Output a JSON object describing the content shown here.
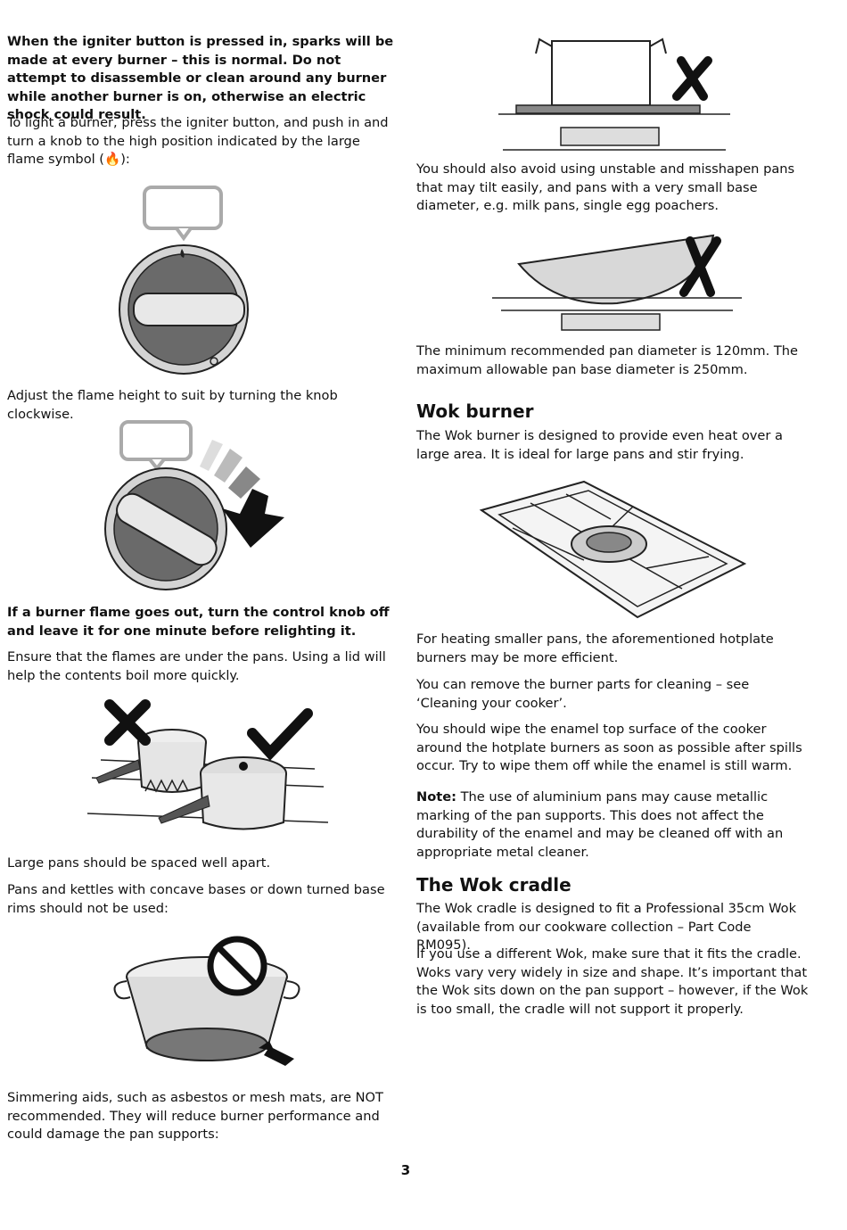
{
  "left": {
    "warning_igniter": "When the igniter button is pressed in, sparks will be made at every burner – this is normal. Do not attempt to disassemble or clean around any burner while another burner is on, otherwise an electric shock could result.",
    "light_burner_pre": "To light a burner, press the igniter button, and push in and turn a knob to the high position indicated by the large flame symbol (",
    "light_burner_post": "):",
    "adjust_flame": "Adjust the flame height to suit by turning the knob clockwise.",
    "flame_out_warning": "If a burner flame goes out, turn the control knob off and leave it for one minute before relighting it.",
    "flames_under_pans": "Ensure that the flames are under the pans. Using a lid will help the contents boil more quickly.",
    "spaced_apart": "Large pans should be spaced well apart.",
    "concave_bases": "Pans and kettles with concave bases or down turned base rims should not be used:",
    "simmering_aids": "Simmering aids, such as asbestos or mesh mats, are NOT recommended. They will reduce burner performance and could damage the pan supports:"
  },
  "right": {
    "avoid_unstable": "You should also avoid using unstable and misshapen pans that may tilt easily, and pans with a very small base diameter, e.g. milk pans, single egg poachers.",
    "pan_diameter": "The minimum recommended pan diameter is 120mm. The maximum allowable pan base diameter is 250mm.",
    "wok_burner_heading": "Wok burner",
    "wok_burner_text": "The Wok burner is designed to provide even heat over a large area. It is ideal for large pans and stir frying.",
    "smaller_pans": "For heating smaller pans, the aforementioned hotplate burners may be more efficient.",
    "remove_parts": "You can remove the burner parts for cleaning – see ‘Cleaning your cooker’.",
    "wipe_enamel": "You should wipe the enamel top surface of the cooker around the hotplate burners as soon as possible after spills occur. Try to wipe them off while the enamel is still warm.",
    "note_label": "Note:",
    "note_text": " The use of aluminium pans may cause metallic marking of the pan supports. This does not affect the durability of the enamel and may be cleaned off with an appropriate metal cleaner.",
    "wok_cradle_heading": "The Wok cradle",
    "wok_cradle_text": "The Wok cradle is designed to fit a Professional 35cm Wok (available from our cookware collection – Part Code RM095).",
    "different_wok": "If you use a different Wok, make sure that it fits the cradle. Woks vary very widely in size and shape. It’s important that the Wok sits down on the pan support – however, if the Wok is too small, the cradle will not support it properly."
  },
  "page_number": "3"
}
